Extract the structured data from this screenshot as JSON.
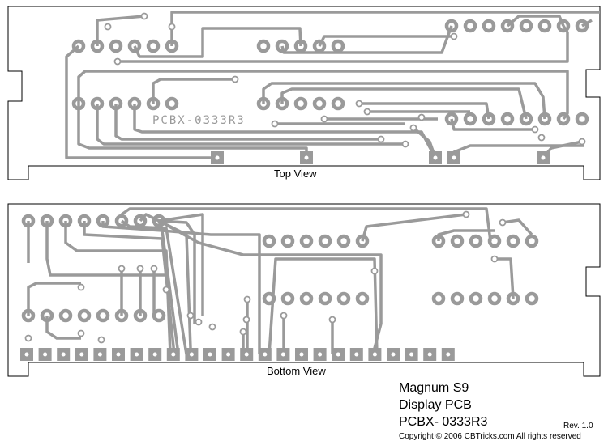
{
  "top_board": {
    "label": "Top View",
    "silkscreen": "PCBX-0333R3"
  },
  "bottom_board": {
    "label": "Bottom View"
  },
  "title_block": {
    "line1": "Magnum S9",
    "line2": "Display PCB",
    "line3": "PCBX- 0333R3",
    "revision": "Rev. 1.0",
    "copyright": "Copyright © 2006 CBTricks.com   All rights reserved"
  },
  "colors": {
    "trace": "#9a9a9a",
    "outline": "#000000",
    "background": "#ffffff"
  }
}
